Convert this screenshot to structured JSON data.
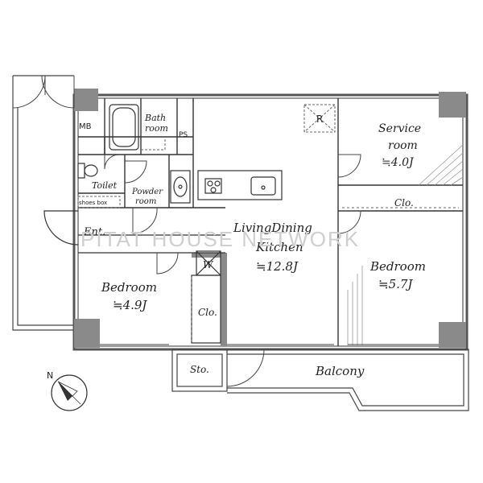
{
  "rooms": {
    "mb": "MB",
    "bath": [
      "Bath",
      "room"
    ],
    "ps": "PS",
    "r": "R",
    "service": [
      "Service",
      "room",
      "≒4.0J"
    ],
    "toilet": "Toilet",
    "powder": [
      "Powder",
      "room"
    ],
    "shoes": "shoes box",
    "clo_top": "Clo.",
    "ent": "Ent.",
    "ldk": [
      "LivingDining",
      "Kitchen",
      "≒12.8J"
    ],
    "w": "W",
    "bedroom_left": [
      "Bedroom",
      "≒4.9J"
    ],
    "bedroom_right": [
      "Bedroom",
      "≒5.7J"
    ],
    "clo_mid": "Clo.",
    "sto": "Sto.",
    "balcony": "Balcony"
  },
  "compass": {
    "north": "N"
  },
  "watermark": "PITAT HOUSE NETWORK",
  "colors": {
    "wall": "#8a8a8a",
    "line": "#333333"
  }
}
